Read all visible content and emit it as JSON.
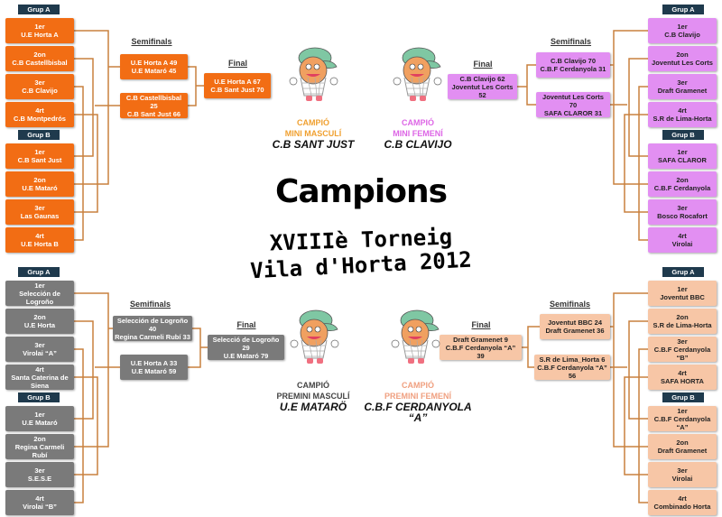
{
  "center": {
    "title": "Campions",
    "line1": "XVIIIè Torneig",
    "line2": "Vila d'Horta 2012"
  },
  "labels": {
    "semifinals": "Semifinals",
    "final": "Final",
    "group_a": "Grup A",
    "group_b": "Grup B"
  },
  "colors": {
    "mini_masculi": "#f26d14",
    "mini_femeni": "#e28ff2",
    "premini_masculi": "#7a7a7a",
    "premini_femeni": "#f7c6a6",
    "lines": "#c9803f",
    "group_label": "#1f3a4d"
  },
  "brackets": [
    {
      "id": "mini-masculi",
      "champion_title": "CAMPIÓ",
      "category": "MINI MASCULÍ",
      "champion": "C.B SANT JUST",
      "group_a": [
        [
          "1er",
          "U.E Horta A"
        ],
        [
          "2on",
          "C.B Castellbisbal"
        ],
        [
          "3er",
          "C.B Clavijo"
        ],
        [
          "4rt",
          "C.B Montpedrós"
        ]
      ],
      "group_b": [
        [
          "1er",
          "C.B Sant Just"
        ],
        [
          "2on",
          "U.E Mataró"
        ],
        [
          "3er",
          "Las Gaunas"
        ],
        [
          "4rt",
          "U.E Horta B"
        ]
      ],
      "semifinals": [
        [
          "U.E Horta A 49",
          "U.E Mataró 45"
        ],
        [
          "C.B Castellbisbal 25",
          "C.B Sant Just 66"
        ]
      ],
      "final": [
        "U.E Horta A 67",
        "C.B Sant Just 70"
      ]
    },
    {
      "id": "mini-femeni",
      "champion_title": "CAMPIÓ",
      "category": "MINI FEMENÍ",
      "champion": "C.B CLAVIJO",
      "group_a": [
        [
          "1er",
          "C.B Clavijo"
        ],
        [
          "2on",
          "Joventut Les Corts"
        ],
        [
          "3er",
          "Draft Gramenet"
        ],
        [
          "4rt",
          "S.R de Lima-Horta"
        ]
      ],
      "group_b": [
        [
          "1er",
          "SAFA CLAROR"
        ],
        [
          "2on",
          "C.B.F Cerdanyola"
        ],
        [
          "3er",
          "Bosco Rocafort"
        ],
        [
          "4rt",
          "Virolai"
        ]
      ],
      "semifinals": [
        [
          "C.B Clavijo 70",
          "C.B.F Cerdanyola 31"
        ],
        [
          "Joventut Les Corts 70",
          "SAFA CLAROR 31"
        ]
      ],
      "final": [
        "C.B Clavijo 62",
        "Joventut Les Corts 52"
      ]
    },
    {
      "id": "premini-masculi",
      "champion_title": "CAMPIÓ",
      "category": "PREMINI MASCULÍ",
      "champion": "U.E MATARÖ",
      "group_a": [
        [
          "1er",
          "Selección de Logroño"
        ],
        [
          "2on",
          "U.E Horta"
        ],
        [
          "3er",
          "Virolai “A”"
        ],
        [
          "4rt",
          "Santa Caterina de Siena"
        ]
      ],
      "group_b": [
        [
          "1er",
          "U.E Mataró"
        ],
        [
          "2on",
          "Regina Carmeli Rubí"
        ],
        [
          "3er",
          "S.E.S.E"
        ],
        [
          "4rt",
          "Virolai “B”"
        ]
      ],
      "semifinals": [
        [
          "Selección de Logroño 40",
          "Regina Carmeli Rubí 33"
        ],
        [
          "U.E Horta A 33",
          "U.E Mataró 59"
        ]
      ],
      "final": [
        "Selecció de Logroño 29",
        "U.E Mataró 79"
      ]
    },
    {
      "id": "premini-femeni",
      "champion_title": "CAMPIÓ",
      "category": "PREMINI FEMENÍ",
      "champion": "C.B.F CERDANYOLA “A”",
      "group_a": [
        [
          "1er",
          "Joventut BBC"
        ],
        [
          "2on",
          "S.R de Lima-Horta"
        ],
        [
          "3er",
          "C.B.F Cerdanyola “B”"
        ],
        [
          "4rt",
          "SAFA HORTA"
        ]
      ],
      "group_b": [
        [
          "1er",
          "C.B.F Cerdanyola “A”"
        ],
        [
          "2on",
          "Draft Gramenet"
        ],
        [
          "3er",
          "Virolai"
        ],
        [
          "4rt",
          "Combinado Horta"
        ]
      ],
      "semifinals": [
        [
          "Joventut BBC 24",
          "Draft Gramenet 36"
        ],
        [
          "S.R de Lima_Horta 6",
          "C.B.F Cerdanyola “A” 56"
        ]
      ],
      "final": [
        "Draft Gramenet 9",
        "C.B.F Cerdanyola “A” 39"
      ]
    }
  ]
}
